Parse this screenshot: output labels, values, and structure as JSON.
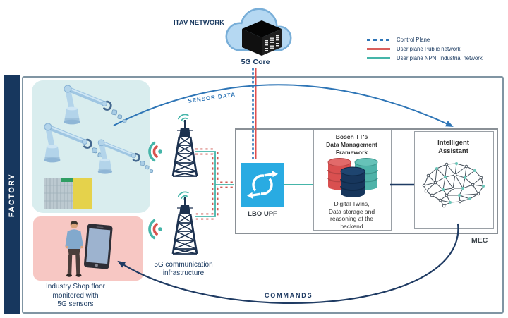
{
  "header": {
    "network_label": "ITAV NETWORK",
    "core_label": "5G Core"
  },
  "legend": {
    "items": [
      {
        "label": "Control Plane",
        "style": "dashed",
        "color": "#2e75b6"
      },
      {
        "label": "User plane Public network",
        "style": "solid",
        "color": "#d95f5c"
      },
      {
        "label": "User plane NPN: Industrial network",
        "style": "solid",
        "color": "#45b5a9"
      }
    ]
  },
  "factory": {
    "label": "FACTORY"
  },
  "shop_floor": {
    "caption": "Industry Shop floor\nmonitored with\n5G sensors"
  },
  "infrastructure": {
    "caption": "5G communication\ninfrastructure"
  },
  "mec": {
    "label": "MEC",
    "upf_label": "LBO UPF",
    "bosch_title": "Bosch TT's\nData Management\nFramework",
    "bosch_caption": "Digital Twins,\nData storage and\nreasoning at the\nbackend",
    "assistant_title": "Intelligent\nAssistant"
  },
  "flows": {
    "sensor_label": "SENSOR DATA",
    "commands_label": "COMMANDS"
  },
  "colors": {
    "navy": "#17375e",
    "control_plane_blue": "#2e75b6",
    "public_network_red": "#d95f5c",
    "industrial_network_teal": "#45b5a9",
    "upf_blue": "#29abe2",
    "robot_area_bg": "#d9edee",
    "shop_floor_bg": "#f7c7c3"
  }
}
